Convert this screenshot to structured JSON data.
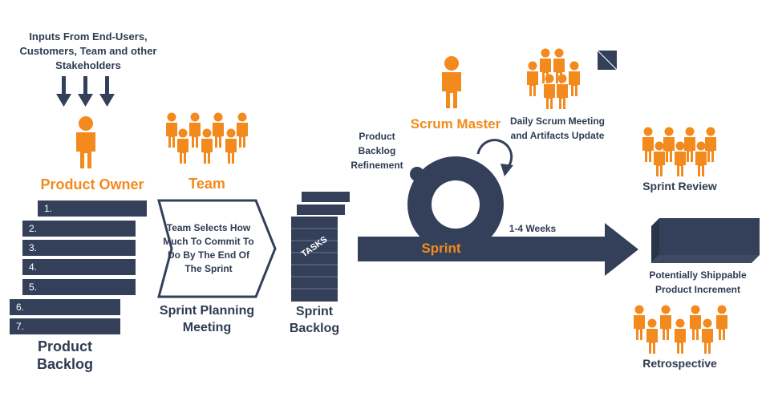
{
  "inputs_text": "Inputs From End-Users, Customers, Team and other Stakeholders",
  "product_owner": "Product Owner",
  "team": "Team",
  "product_backlog": "Product Backlog",
  "backlog_items": [
    "1.",
    "2.",
    "3.",
    "4.",
    "5.",
    "6.",
    "7."
  ],
  "planning_box_text": "Team Selects How Much To Commit To Do By The End Of The Sprint",
  "sprint_planning": "Sprint Planning Meeting",
  "tasks": "TASKS",
  "sprint_backlog": "Sprint Backlog",
  "backlog_refinement": "Product Backlog Refinement",
  "scrum_master": "Scrum Master",
  "daily_scrum": "Daily Scrum Meeting and Artifacts Update",
  "sprint": "Sprint",
  "weeks": "1-4 Weeks",
  "sprint_review": "Sprint Review",
  "increment": "Potentially Shippable Product Increment",
  "retrospective": "Retrospective",
  "colors": {
    "orange": "#f28a1e",
    "navy": "#34405a"
  }
}
